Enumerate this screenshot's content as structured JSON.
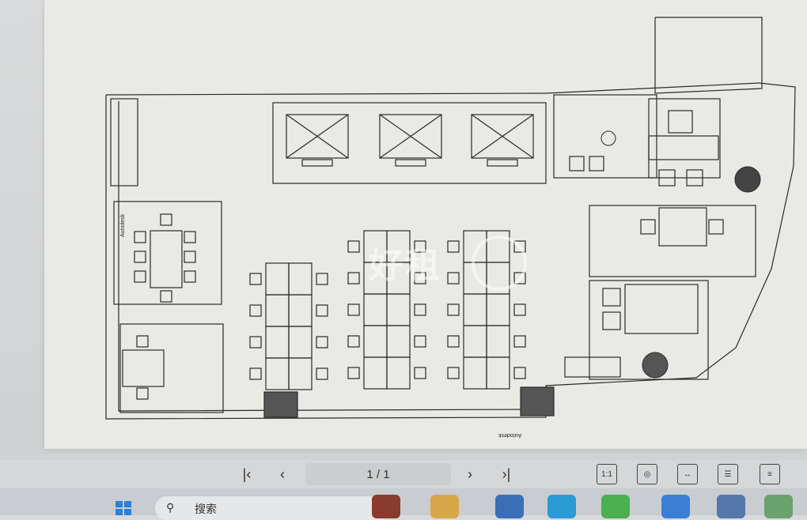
{
  "drawing": {
    "left_label": "Autodesk",
    "bottom_label": "Autodesk",
    "watermark": "好租"
  },
  "navigation": {
    "first_page_icon": "first-page-icon",
    "prev_page_icon": "previous-page-icon",
    "page_indicator": "1 / 1",
    "next_page_icon": "next-page-icon",
    "last_page_icon": "last-page-icon"
  },
  "tools": {
    "actual_size": "1:1",
    "fit_page_icon": "fit-page-icon",
    "fit_width_icon": "fit-width-icon",
    "single_page_icon": "single-page-icon",
    "document_icon": "document-icon"
  },
  "taskbar": {
    "start_icon": "windows-start-icon",
    "search_placeholder": "搜索"
  },
  "colors": {
    "page": "#e9e9e6",
    "line": "#2a2a2a",
    "windows_blue": "#2d7fd9"
  }
}
